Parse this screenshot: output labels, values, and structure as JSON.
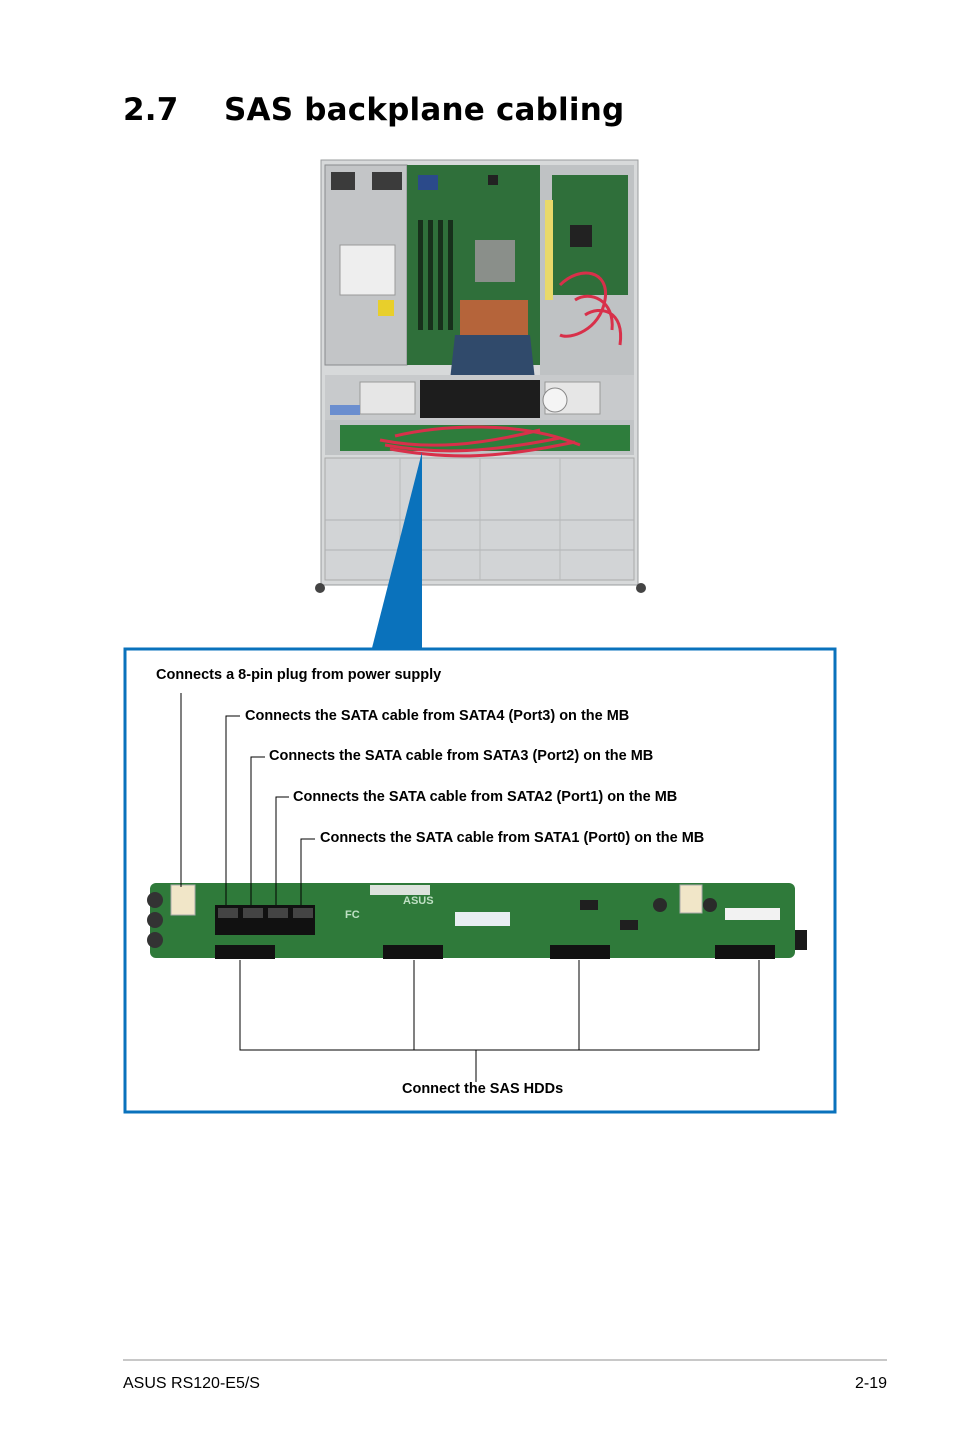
{
  "section": {
    "number": "2.7",
    "title": "SAS backplane cabling"
  },
  "callouts": {
    "power": "Connects a 8-pin plug from power supply",
    "sata4": "Connects the SATA cable from SATA4 (Port3) on the MB",
    "sata3": "Connects the SATA cable from SATA3 (Port2) on the MB",
    "sata2": "Connects the SATA cable from SATA2 (Port1) on the MB",
    "sata1": "Connects the SATA cable from SATA1 (Port0) on the MB",
    "hdds": "Connect the SAS HDDs"
  },
  "board_silkscreen": {
    "brand": "ASUS",
    "fc": "FC"
  },
  "footer": {
    "left": "ASUS RS120-E5/S",
    "right": "2-19"
  },
  "colors": {
    "callout_frame": "#0a72bc",
    "pcb_green": "#2f7a3a",
    "sata_cable": "#d8304a"
  }
}
